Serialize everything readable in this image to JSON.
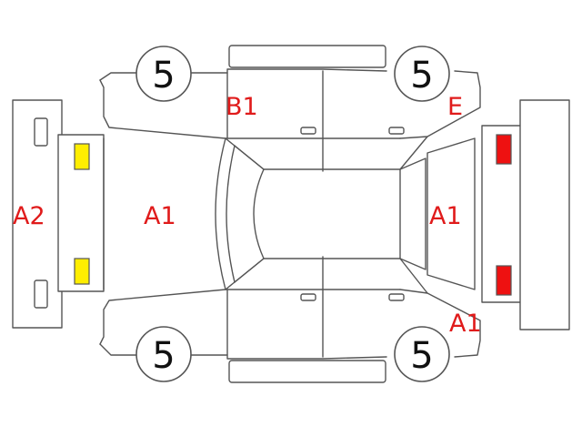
{
  "diagram": {
    "colors": {
      "outline": "#555555",
      "code_text": "#e01b1b",
      "front_lamp_fill": "#ffee00",
      "rear_lamp_fill": "#ee1111"
    },
    "wheel_ratings": {
      "front_left": "5",
      "rear_left": "5",
      "front_right": "5",
      "rear_right": "5"
    },
    "damage_codes": {
      "front_bumper": "A2",
      "hood": "A1",
      "door_top_front": "B1",
      "rear_quarter_top": "E",
      "trunk": "A1",
      "rear_quarter_bottom": "A1"
    }
  }
}
